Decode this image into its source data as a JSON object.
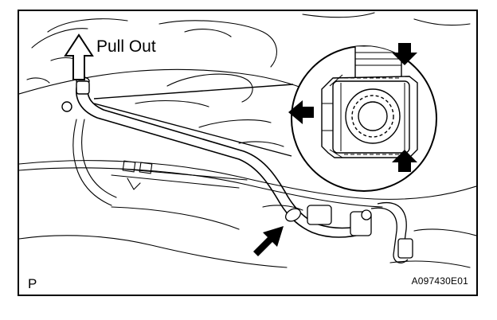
{
  "labels": {
    "pull_out": "Pull Out",
    "view_marker": "P",
    "figure_code": "A097430E01"
  },
  "icons": [
    "pull-out-arrow-icon",
    "squeeze-arrow-top-icon",
    "squeeze-arrow-bottom-icon",
    "release-arrow-left-icon",
    "connection-pointer-arrow-icon"
  ],
  "colors": {
    "line": "#000000",
    "background": "#ffffff"
  }
}
